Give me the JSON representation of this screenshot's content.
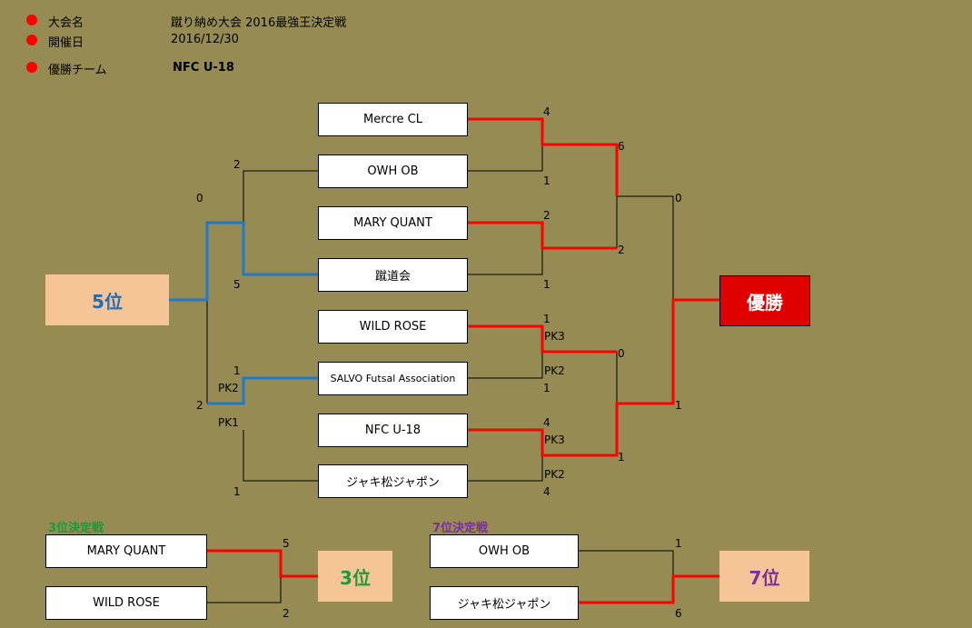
{
  "header": {
    "rows": [
      {
        "label": "大会名",
        "value": "蹴り納め大会  2016最強王決定戦"
      },
      {
        "label": "開催日",
        "value": "2016/12/30"
      },
      {
        "label": "優勝チーム",
        "value": "NFC   U-18"
      }
    ]
  },
  "colors": {
    "background": "#968b52",
    "winner_line": "#ff0000",
    "fifth_line": "#1f78c8",
    "champion_box": "#e00000",
    "place_box": "#f5c597",
    "fifth_text": "#1f6fb8",
    "third_text": "#1e9a3a",
    "seventh_text": "#7b2f9e"
  },
  "main_bracket": {
    "teams": [
      "Mercre CL",
      "OWH   OB",
      "MARY QUANT",
      "蹴道会",
      "WILD ROSE",
      "SALVO Futsal Association",
      "NFC U-18",
      "ジャキ松ジャポン"
    ],
    "r1_scores": [
      "4",
      "1",
      "2",
      "1",
      "1",
      "1",
      "4",
      "4"
    ],
    "r1_pk": [
      "PK3",
      "PK2",
      "PK3",
      "PK2"
    ],
    "sf_scores": [
      "6",
      "2",
      "0",
      "1"
    ],
    "final_scores": [
      "0",
      "1"
    ],
    "champion_label": "優勝"
  },
  "fifth_bracket": {
    "scores": [
      "2",
      "5",
      "0",
      "1",
      "2",
      "1"
    ],
    "pk": [
      "PK2",
      "PK1"
    ],
    "label": "5位"
  },
  "third_place": {
    "title": "3位決定戦",
    "teams": [
      "MARY QUANT",
      "WILD ROSE"
    ],
    "scores": [
      "5",
      "2"
    ],
    "label": "3位"
  },
  "seventh_place": {
    "title": "7位決定戦",
    "teams": [
      "OWH   OB",
      "ジャキ松ジャポン"
    ],
    "scores": [
      "1",
      "6"
    ],
    "label": "7位"
  }
}
